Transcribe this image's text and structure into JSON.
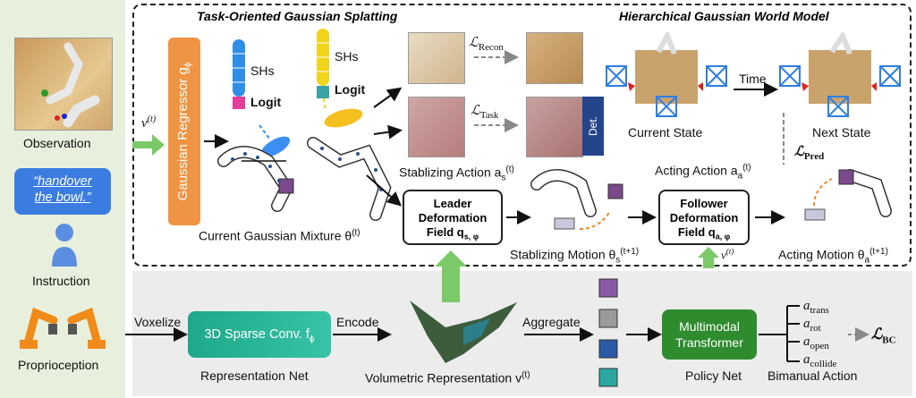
{
  "left": {
    "observation": "Observation",
    "instruction_text_1": "“handover",
    "instruction_text_2": "the bowl.”",
    "instruction": "Instruction",
    "proprioception": "Proprioception"
  },
  "top": {
    "section_left": "Task-Oriented Gaussian Splatting",
    "section_right": "Hierarchical Gaussian World Model",
    "gaussian_regressor": "Gaussian Regressor g",
    "gaussian_regressor_sub": "ϕ",
    "v_input": "v",
    "v_input_sup": "(t)",
    "shs_1": "SHs",
    "logit_1": "Logit",
    "shs_2": "SHs",
    "logit_2": "Logit",
    "current_mixture": "Current Gaussian Mixture θ",
    "current_mixture_sup": "(t)",
    "l_recon": "ℒ",
    "l_recon_sub": "Recon",
    "l_task": "ℒ",
    "l_task_sub": "Task",
    "det": "Det.",
    "stab_action": "Stablizing Action a",
    "stab_action_sub": "s",
    "stab_action_sup": "(t)",
    "leader_1": "Leader",
    "leader_2": "Deformation",
    "leader_3": "Field q",
    "leader_sub": "s, φ",
    "stab_motion": "Stablizing Motion θ",
    "stab_motion_sub": "s",
    "stab_motion_sup": "(t+1)",
    "acting_action": "Acting Action a",
    "acting_action_sub": "a",
    "acting_action_sup": "(t)",
    "follower_1": "Follower",
    "follower_2": "Deformation",
    "follower_3": "Field q",
    "follower_sub": "a, φ",
    "v_follow": "v",
    "v_follow_sup": "(t)",
    "acting_motion": "Acting Motion θ",
    "acting_motion_sub": "a",
    "acting_motion_sup": "(t+1)",
    "current_state": "Current State",
    "time": "Time",
    "next_state": "Next State",
    "l_pred": "ℒ",
    "l_pred_sub": "Pred"
  },
  "bottom": {
    "voxelize": "Voxelize",
    "sparse_conv": "3D Sparse Conv. f",
    "sparse_conv_sub": "ϕ",
    "representation_net": "Representation Net",
    "encode": "Encode",
    "volumetric": "Volumetric Representation v",
    "volumetric_sup": "(t)",
    "aggregate": "Aggregate",
    "transformer_1": "Multimodal",
    "transformer_2": "Transformer",
    "policy_net": "Policy Net",
    "a_trans": "a",
    "a_trans_sub": "trans",
    "a_rot": "a",
    "a_rot_sub": "rot",
    "a_open": "a",
    "a_open_sub": "open",
    "a_collide": "a",
    "a_collide_sub": "collide",
    "l_bc": "ℒ",
    "l_bc_sub": "BC",
    "bimanual_action": "Bimanual Action"
  },
  "colors": {
    "orange": "#ef9443",
    "teal": "#1fa88a",
    "green": "#2e8b2e",
    "navy": "#24458a",
    "arrow_green": "#7cc96a",
    "blue": "#3a7ce0"
  }
}
